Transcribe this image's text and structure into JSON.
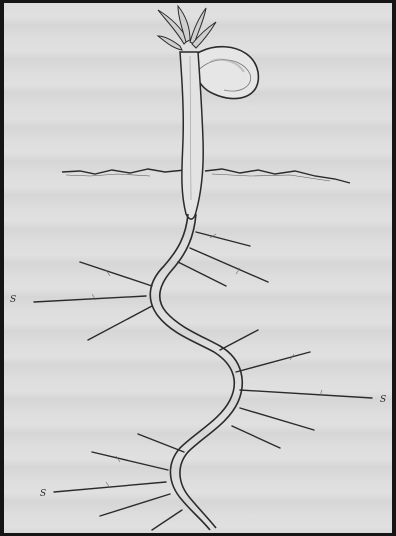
{
  "figure": {
    "subject": "seedling",
    "labels": {
      "left_upper": "S",
      "right": "S",
      "left_lower": "S"
    },
    "colors": {
      "ink": "#2b2b2b",
      "paper": "#dcdcdc",
      "border": "#151515"
    }
  }
}
